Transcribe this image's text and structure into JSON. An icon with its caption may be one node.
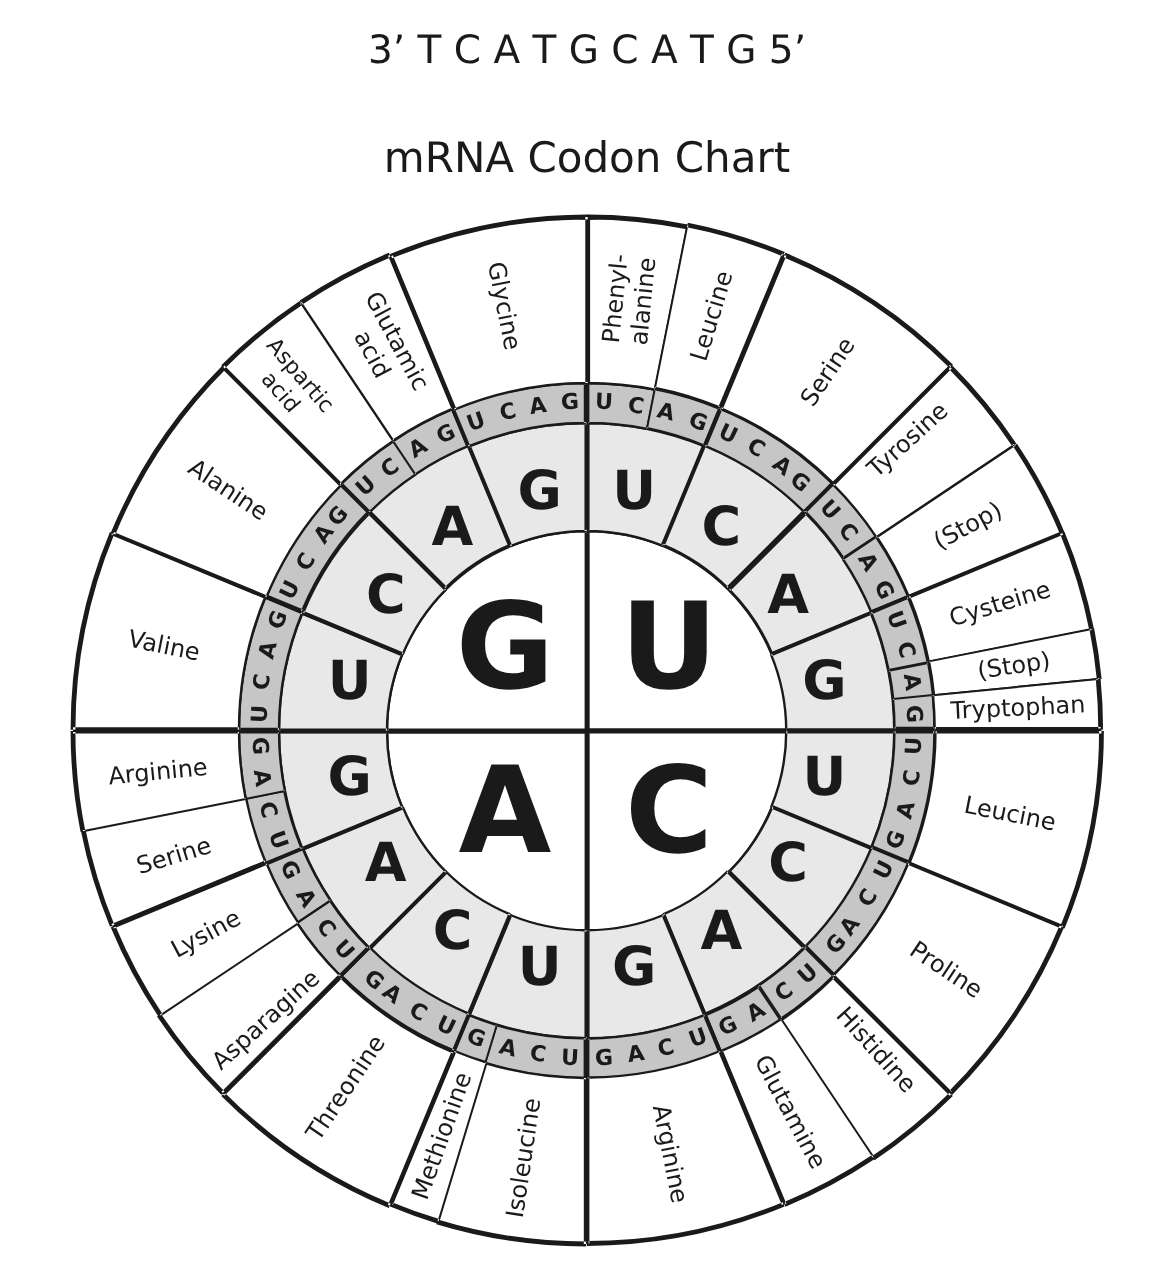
{
  "diagram": {
    "title": "mRNA Codon Chart",
    "nodes": [
      {
        "text": [
          "U"
        ]
      },
      {
        "text": [
          "C"
        ]
      },
      {
        "text": [
          "A"
        ]
      },
      {
        "text": [
          "G"
        ]
      },
      {
        "text": [
          "U"
        ]
      },
      {
        "text": [
          "C"
        ]
      },
      {
        "text": [
          "A"
        ]
      },
      {
        "text": [
          "G"
        ]
      },
      {
        "text": [
          "U"
        ]
      },
      {
        "text": [
          "C"
        ]
      },
      {
        "text": [
          "A"
        ]
      },
      {
        "text": [
          "G"
        ]
      },
      {
        "text": [
          "U"
        ]
      },
      {
        "text": [
          "C"
        ]
      },
      {
        "text": [
          "A"
        ]
      },
      {
        "text": [
          "G"
        ]
      },
      {
        "text": [
          "U"
        ]
      },
      {
        "text": [
          "C"
        ]
      },
      {
        "text": [
          "A"
        ]
      },
      {
        "text": [
          "G"
        ]
      },
      {
        "text": [
          "U",
          "C"
        ]
      },
      {
        "text": [
          "A",
          "G"
        ]
      },
      {
        "text": [
          "U",
          "C",
          "A",
          "G"
        ]
      },
      {
        "text": [
          "U",
          "C"
        ]
      },
      {
        "text": [
          "A",
          "G"
        ]
      },
      {
        "text": [
          "U",
          "C"
        ]
      },
      {
        "text": [
          "A"
        ]
      },
      {
        "text": [
          "G"
        ]
      },
      {
        "text": [
          "U",
          "C",
          "A",
          "G"
        ]
      },
      {
        "text": [
          "U",
          "C",
          "A",
          "G"
        ]
      },
      {
        "text": [
          "U",
          "C"
        ]
      },
      {
        "text": [
          "A",
          "G"
        ]
      },
      {
        "text": [
          "U",
          "C",
          "A",
          "G"
        ]
      },
      {
        "text": [
          "U",
          "C",
          "A"
        ]
      },
      {
        "text": [
          "G"
        ]
      },
      {
        "text": [
          "U",
          "C",
          "A",
          "G"
        ]
      },
      {
        "text": [
          "U",
          "C"
        ]
      },
      {
        "text": [
          "A",
          "G"
        ]
      },
      {
        "text": [
          "U",
          "C"
        ]
      },
      {
        "text": [
          "A",
          "G"
        ]
      },
      {
        "text": [
          "U",
          "C",
          "A",
          "G"
        ]
      },
      {
        "text": [
          "U",
          "C",
          "A",
          "G"
        ]
      },
      {
        "text": [
          "U",
          "C"
        ]
      },
      {
        "text": [
          "A",
          "G"
        ]
      },
      {
        "text": [
          "U",
          "C",
          "A",
          "G"
        ]
      },
      {
        "text": [
          "Phenyl- alanine"
        ]
      },
      {
        "text": [
          "Leucine"
        ]
      },
      {
        "text": [
          "Serine"
        ]
      },
      {
        "text": [
          "Tyrosine"
        ]
      },
      {
        "text": [
          "(Stop)"
        ]
      },
      {
        "text": [
          "Cysteine"
        ]
      },
      {
        "text": [
          "(Stop)"
        ]
      },
      {
        "text": [
          "Tryptophan"
        ]
      },
      {
        "text": [
          "Leucine"
        ]
      },
      {
        "text": [
          "Proline"
        ]
      },
      {
        "text": [
          "Histidine"
        ]
      },
      {
        "text": [
          "Glutamine"
        ]
      },
      {
        "text": [
          "Arginine"
        ]
      },
      {
        "text": [
          "Isoleucine"
        ]
      },
      {
        "text": [
          "Methionine"
        ]
      },
      {
        "text": [
          "Threonine"
        ]
      },
      {
        "text": [
          "Asparagine"
        ]
      },
      {
        "text": [
          "Lysine"
        ]
      },
      {
        "text": [
          "Serine"
        ]
      },
      {
        "text": [
          "Arginine"
        ]
      },
      {
        "text": [
          "Valine"
        ]
      },
      {
        "text": [
          "Alanine"
        ]
      },
      {
        "text": [
          "Aspartic acid"
        ]
      },
      {
        "text": [
          "Glutamic acid"
        ]
      },
      {
        "text": [
          "Glycine"
        ]
      }
    ],
    "labels": [
      "3’ T C A T G C A T G 5’"
    ]
  }
}
